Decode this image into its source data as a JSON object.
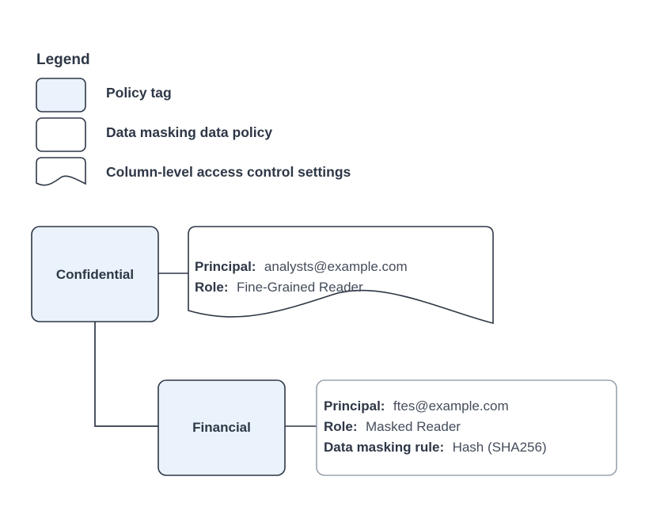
{
  "legend": {
    "title": "Legend",
    "items": [
      {
        "label": "Policy tag",
        "swatch": "rounded-rect-filled-icon",
        "fill": "#eaf2fc"
      },
      {
        "label": "Data masking data policy",
        "swatch": "rounded-rect-icon",
        "fill": "#ffffff"
      },
      {
        "label": "Column-level access control settings",
        "swatch": "document-wave-icon",
        "fill": "#ffffff"
      }
    ]
  },
  "diagram": {
    "nodes": [
      {
        "id": "confidential",
        "label": "Confidential",
        "fill": "#eaf2fc"
      },
      {
        "id": "financial",
        "label": "Financial",
        "fill": "#eaf2fc"
      }
    ],
    "callouts": [
      {
        "id": "confidential-access-control",
        "shape": "document-wave",
        "rows": [
          {
            "key": "Principal:",
            "value": "analysts@example.com"
          },
          {
            "key": "Role:",
            "value": "Fine-Grained Reader"
          }
        ]
      },
      {
        "id": "financial-masking-policy",
        "shape": "rounded-rect",
        "rows": [
          {
            "key": "Principal:",
            "value": "ftes@example.com"
          },
          {
            "key": "Role:",
            "value": "Masked Reader"
          },
          {
            "key": "Data masking rule:",
            "value": "Hash (SHA256)"
          }
        ]
      }
    ]
  },
  "colors": {
    "tag_fill": "#eaf2fc",
    "stroke_dark": "#2e3746",
    "stroke_light": "#9aa3af",
    "text_primary": "#2e3746",
    "text_secondary": "#454d5b",
    "background": "#ffffff"
  }
}
